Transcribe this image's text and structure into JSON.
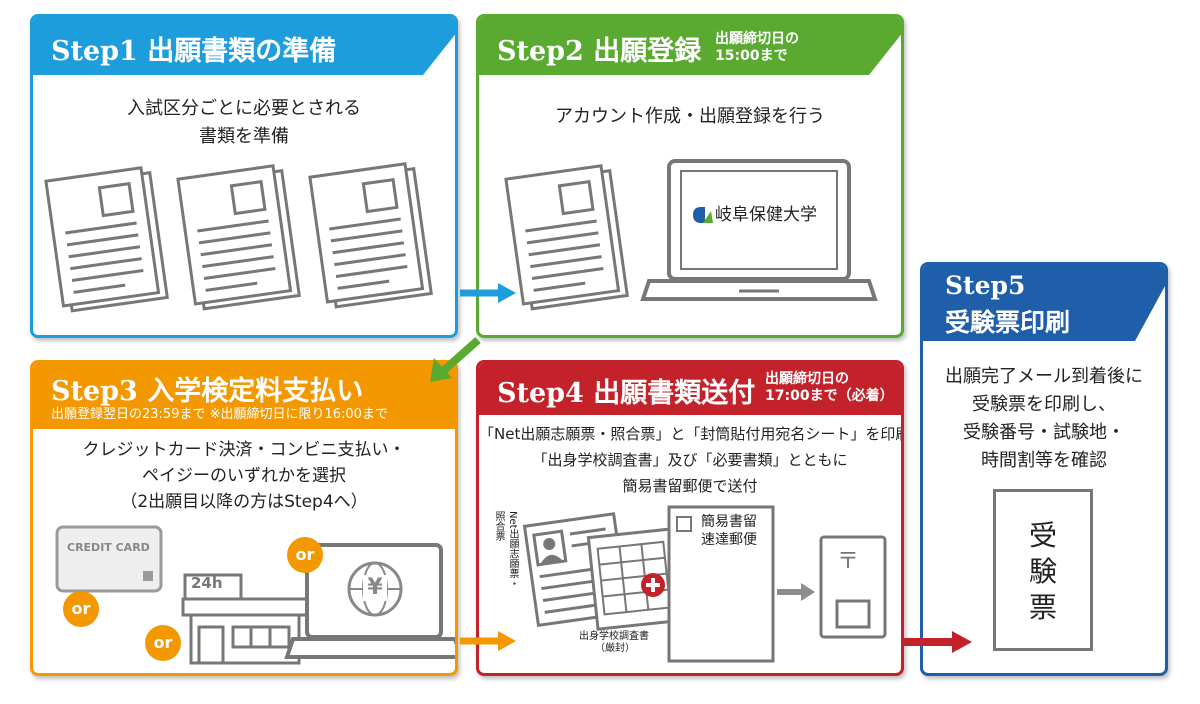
{
  "step1": {
    "title": "Step1 出願書類の準備",
    "lines": [
      "入試区分ごとに必要とされる",
      "書類を準備"
    ]
  },
  "step2": {
    "title": "Step2 出願登録",
    "deadline": [
      "出願締切日の",
      "15:00まで"
    ],
    "lines": [
      "アカウント作成・出願登録を行う"
    ],
    "screen_label": "岐阜保健大学"
  },
  "step3": {
    "title": "Step3 入学検定料支払い",
    "subnote": "出願登録翌日の23:59まで ※出願締切日に限り16:00まで",
    "lines": [
      "クレジットカード決済・コンビニ支払い・",
      "ペイジーのいずれかを選択",
      "（2出願目以降の方はStep4へ）"
    ],
    "card_label": "CREDIT CARD",
    "store_sign": "24h",
    "or_label": "or",
    "yen_symbol": "¥"
  },
  "step4": {
    "title": "Step4 出願書類送付",
    "deadline": [
      "出願締切日の",
      "17:00まで（必着）"
    ],
    "lines": [
      "「Net出願志願票・照合票」と「封筒貼付用宛名シート」を印刷し",
      "「出身学校調査書」及び「必要書類」とともに",
      "簡易書留郵便で送付"
    ],
    "side_label": [
      "Net出願志願票・",
      "照合票"
    ],
    "doc_label": [
      "出身学校調査書",
      "（厳封）"
    ],
    "envelope_label": [
      "簡易書留",
      "速達郵便"
    ],
    "post_symbol": "〒"
  },
  "step5": {
    "title": [
      "Step5",
      "受験票印刷"
    ],
    "lines": [
      "出願完了メール到着後に",
      "受験票を印刷し、",
      "受験番号・試験地・",
      "時間割等を確認"
    ],
    "ticket_label": [
      "受",
      "験",
      "票"
    ]
  },
  "colors": {
    "step1": "#1e9ddc",
    "step2": "#5aaa32",
    "step3": "#f39800",
    "step4": "#c3222a",
    "step5": "#1f5ea8",
    "gray": "#8c8c8c"
  },
  "icons": [
    "document-icon",
    "laptop-icon",
    "credit-card-icon",
    "convenience-store-icon",
    "globe-yen-icon",
    "envelope-icon",
    "postbox-icon",
    "plus-icon",
    "arrow-icon"
  ]
}
